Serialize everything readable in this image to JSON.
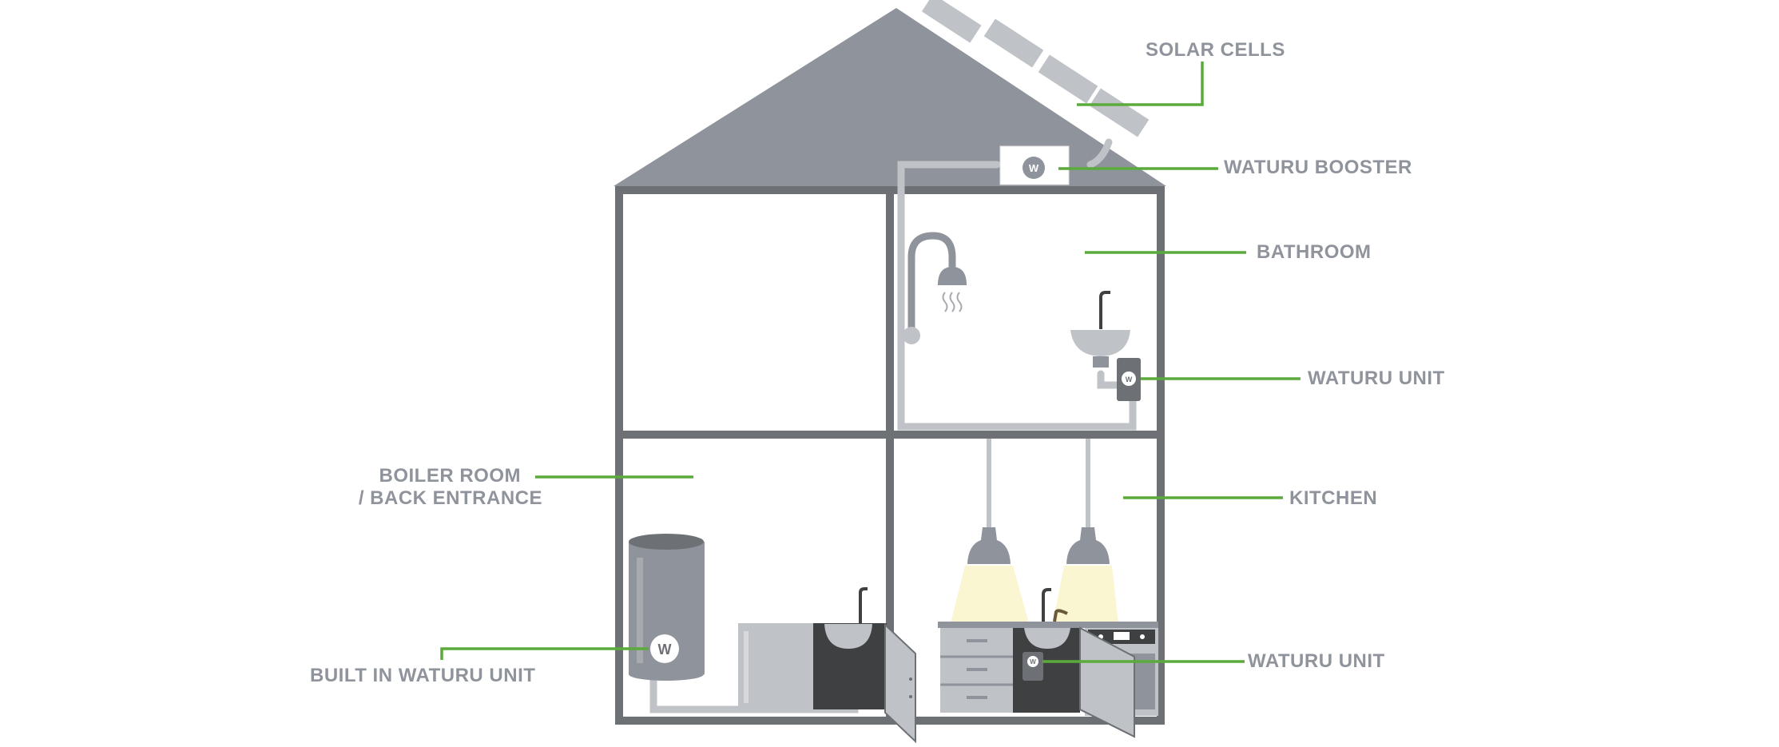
{
  "labels": {
    "solar_cells": "SOLAR CELLS",
    "waturu_booster": "WATURU BOOSTER",
    "bathroom": "BATHROOM",
    "waturu_unit_bathroom": "WATURU UNIT",
    "boiler_room_line1": "BOILER ROOM",
    "boiler_room_line2": "/ BACK ENTRANCE",
    "kitchen": "KITCHEN",
    "waturu_unit_kitchen": "WATURU UNIT",
    "built_in_waturu_unit": "BUILT IN WATURU UNIT"
  },
  "logo_letter": "W",
  "colors": {
    "roof": "#8f939b",
    "wall": "#6d7075",
    "leader": "#5bab3c",
    "label": "#8f939b",
    "pipe": "#bfc2c6",
    "cabinet_dark": "#3f4042",
    "light_glow": "#fbf6d2"
  }
}
